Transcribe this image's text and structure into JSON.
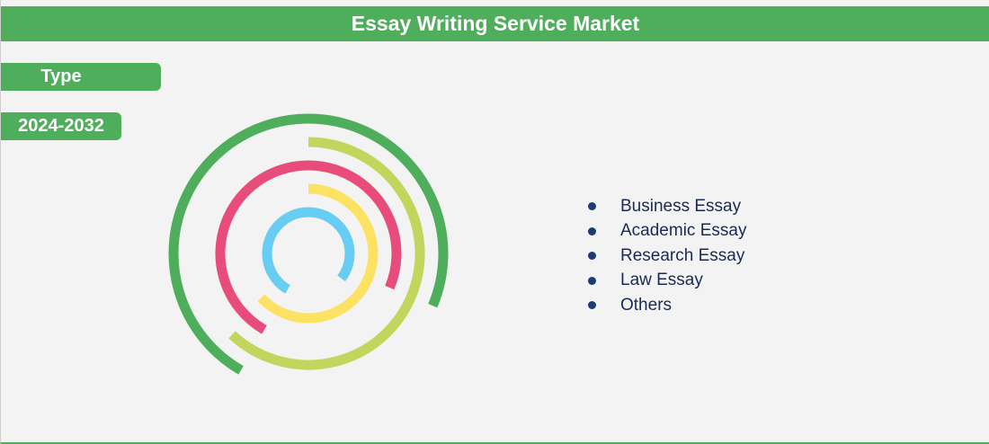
{
  "header": {
    "title": "Essay Writing Service Market"
  },
  "tags": {
    "segment": "Type",
    "period": "2024-2032"
  },
  "colors": {
    "header_bg": "#4fae5c",
    "legend_dot": "#1b3b74",
    "legend_text": "#1b2a55"
  },
  "chart_data": {
    "type": "radial-bar",
    "title": "Essay Writing Service Market",
    "categories": [
      "Business Essay",
      "Academic Essay",
      "Research Essay",
      "Law Essay",
      "Others"
    ],
    "ring_colors": [
      "#4fae5c",
      "#c3d55c",
      "#e84c7b",
      "#fbe262",
      "#67cdf2"
    ],
    "values": [
      0.73,
      0.62,
      0.73,
      0.63,
      0.77
    ],
    "start_angles_deg": [
      210,
      0,
      210,
      0,
      210
    ],
    "legend_position": "right"
  }
}
